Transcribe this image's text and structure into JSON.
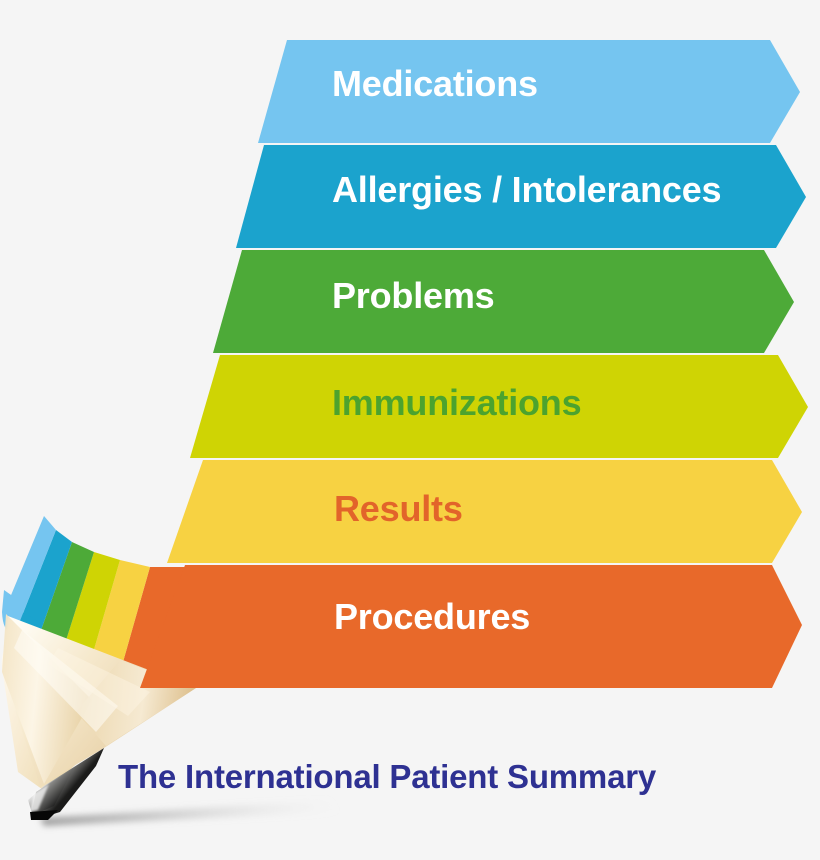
{
  "diagram": {
    "title": "The International Patient Summary",
    "type": "pencil-sections-chevron-stack",
    "background_color": "#f5f5f5",
    "caption_color": "#2e3192",
    "bands": [
      {
        "label": "Medications",
        "fill": "#75c5f0",
        "text_color": "#ffffff",
        "order": 1
      },
      {
        "label": "Allergies / Intolerances",
        "fill": "#1ba3cd",
        "text_color": "#ffffff",
        "order": 2
      },
      {
        "label": "Problems",
        "fill": "#4daa38",
        "text_color": "#ffffff",
        "order": 3
      },
      {
        "label": "Immunizations",
        "fill": "#cfd404",
        "text_color": "#4ca32e",
        "order": 4
      },
      {
        "label": "Results",
        "fill": "#f7d242",
        "text_color": "#e2642a",
        "order": 5
      },
      {
        "label": "Procedures",
        "fill": "#e8692a",
        "text_color": "#ffffff",
        "order": 6
      }
    ],
    "pencil": {
      "wood_light": "#fdf3e0",
      "wood_mid": "#f0dcb4",
      "wood_dark": "#e0c794",
      "graphite_dark": "#1a1a1a",
      "graphite_light": "#f2f2f2",
      "shadow_color": "#9a9a9a"
    }
  }
}
